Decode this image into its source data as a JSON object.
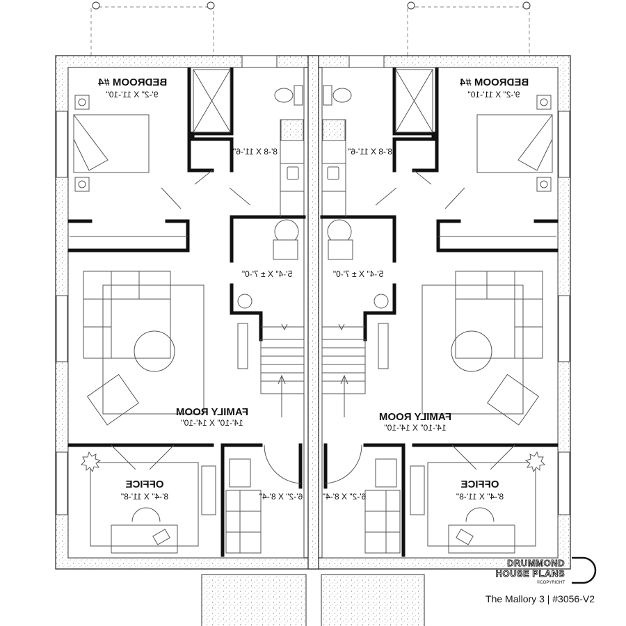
{
  "plan": {
    "left_unit": {
      "bedroom": {
        "name": "BEDROOM #4",
        "dims": "9'-2\" X 11'-10\""
      },
      "bathroom": {
        "dims": "8'-8 X 11'-6\""
      },
      "laundry": {
        "dims": "5'-4\" X ± 7'-0\""
      },
      "family_room": {
        "name": "FAMILY ROOM",
        "dims": "14'-10\" X 14'-10\""
      },
      "office": {
        "name": "OFFICE",
        "dims": "8'-4\" X 11'-8\""
      },
      "storage": {
        "dims": "6'-2\" X 8'-4\""
      }
    },
    "right_unit": {
      "bedroom": {
        "name": "BEDROOM #4",
        "dims": "9'-2\" X 11'-10\""
      },
      "bathroom": {
        "dims": "8'-8 X 11'-6\""
      },
      "laundry": {
        "dims": "5'-4\" X ± 7'-0\""
      },
      "family_room": {
        "name": "FAMILY ROOM",
        "dims": "14'-10\" X 14'-10\""
      },
      "office": {
        "name": "OFFICE",
        "dims": "8'-4\" X 11'-8\""
      },
      "storage": {
        "dims": "6'-2\" X 8'-4\""
      }
    }
  },
  "branding": {
    "line1": "DRUMMOND",
    "line2": "HOUSE PLANS",
    "copyright": "©COPYRIGHT",
    "caption": "The Mallory 3 | #3056-V2"
  },
  "colors": {
    "wall": "#111111",
    "line": "#555555",
    "background": "#ffffff"
  }
}
